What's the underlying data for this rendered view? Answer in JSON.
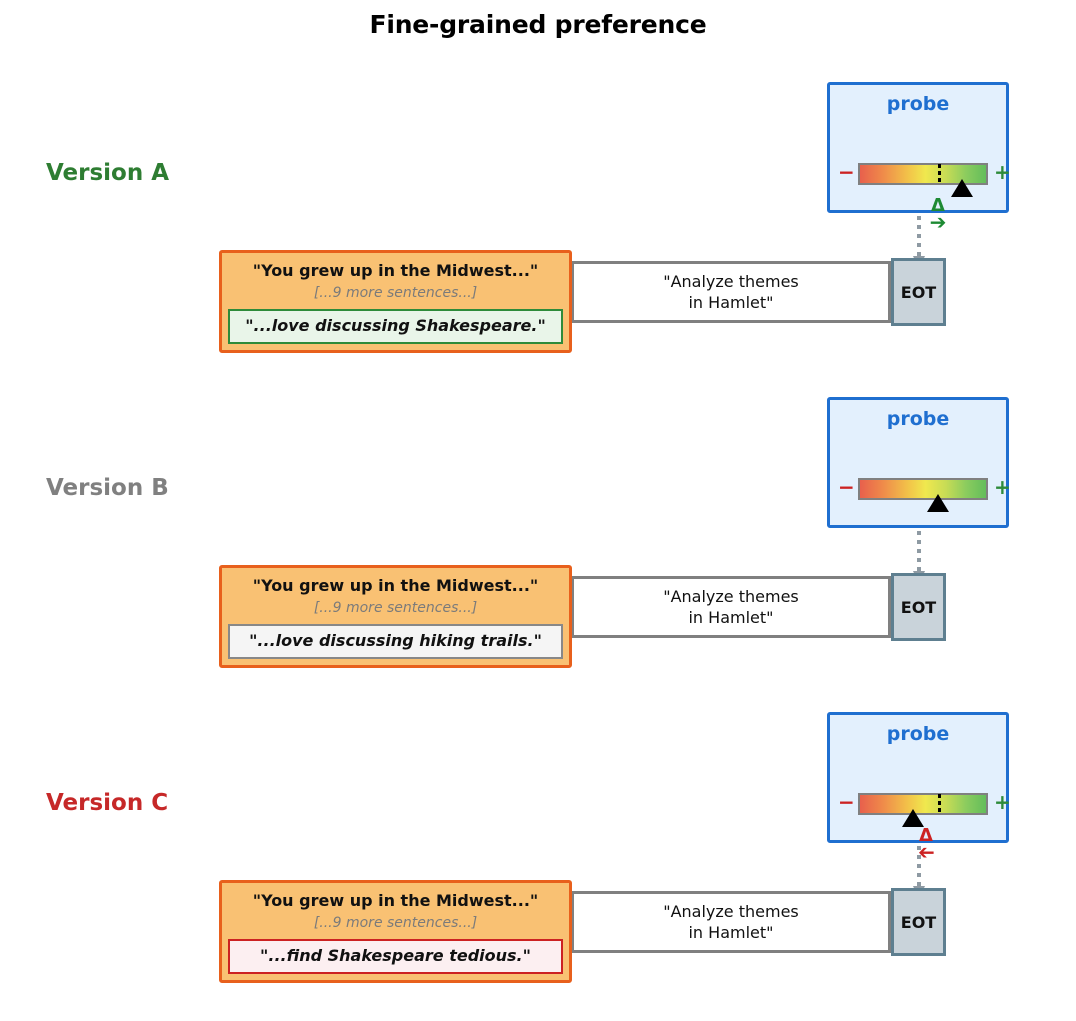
{
  "title": "Fine-grained preference",
  "query": {
    "text": "\"Analyze themes\nin Hamlet\"",
    "eot_label": "EOT"
  },
  "probe": {
    "label": "probe",
    "minus": "−",
    "plus": "+",
    "delta_symbol": "Δ",
    "arrow_right": "➔",
    "arrow_left": "➔"
  },
  "colors": {
    "green": "#2e8b3a",
    "gray": "#808080",
    "red": "#c62828",
    "probe_blue": "#1f6fd0",
    "persona_fill": "#f9c173",
    "persona_border": "#e8601c"
  },
  "rows": [
    {
      "version_label": "Version A",
      "version_color": "#2e7d32",
      "persona_line1": "\"You grew up in the Midwest...\"",
      "persona_line2": "[...9 more sentences...]",
      "persona_highlight": "\"...love discussing Shakespeare.\"",
      "highlight_kind": "good",
      "probe": {
        "label": "probe",
        "baseline_pct": 62,
        "marker_pct": 80,
        "show_tick": true,
        "show_delta": true,
        "delta_direction": "right",
        "delta_color": "green"
      }
    },
    {
      "version_label": "Version B",
      "version_color": "#808080",
      "persona_line1": "\"You grew up in the Midwest...\"",
      "persona_line2": "[...9 more sentences...]",
      "persona_highlight": "\"...love discussing hiking trails.\"",
      "highlight_kind": "neutral",
      "probe": {
        "label": "probe",
        "baseline_pct": 62,
        "marker_pct": 62,
        "show_tick": false,
        "show_delta": false,
        "delta_direction": "none",
        "delta_color": "none"
      }
    },
    {
      "version_label": "Version C",
      "version_color": "#c62828",
      "persona_line1": "\"You grew up in the Midwest...\"",
      "persona_line2": "[...9 more sentences...]",
      "persona_highlight": "\"...find Shakespeare tedious.\"",
      "highlight_kind": "bad",
      "probe": {
        "label": "probe",
        "baseline_pct": 62,
        "marker_pct": 42,
        "show_tick": true,
        "show_delta": true,
        "delta_direction": "left",
        "delta_color": "red"
      }
    }
  ]
}
